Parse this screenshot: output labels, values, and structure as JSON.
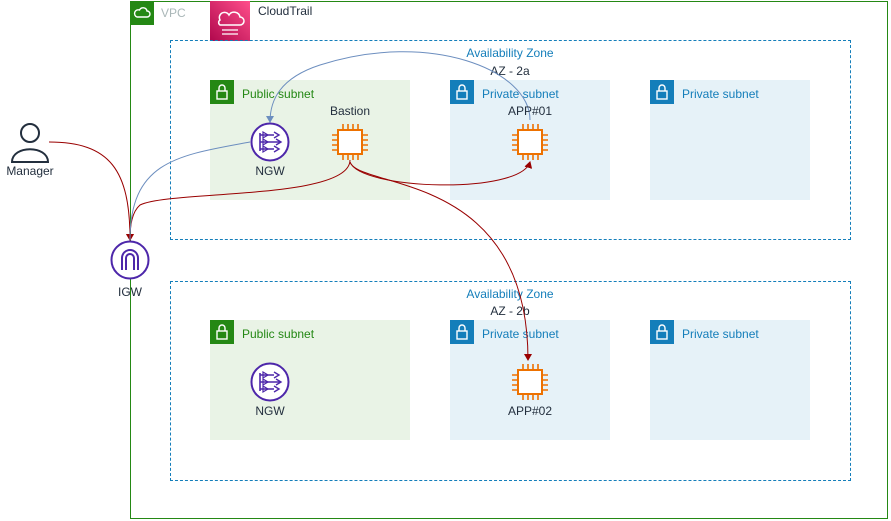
{
  "vpc": {
    "label": "VPC"
  },
  "cloudtrail": {
    "label": "CloudTrail"
  },
  "az1": {
    "title": "Availability Zone",
    "name": "AZ - 2a"
  },
  "az2": {
    "title": "Availability Zone",
    "name": "AZ - 2b"
  },
  "subnets": {
    "az1_public": "Public subnet",
    "az1_private_a": "Private subnet",
    "az1_private_b": "Private subnet",
    "az2_public": "Public subnet",
    "az2_private_a": "Private subnet",
    "az2_private_b": "Private subnet"
  },
  "nodes": {
    "manager": "Manager",
    "igw": "IGW",
    "ngw1": "NGW",
    "ngw2": "NGW",
    "bastion": "Bastion",
    "app1": "APP#01",
    "app2": "APP#02"
  },
  "colors": {
    "vpc": "#248814",
    "az": "#147eba",
    "public_bg": "#e9f3e6",
    "private_bg": "#e6f2f8",
    "igw_ngw": "#4d27aa",
    "ec2": "#ed7100",
    "cloudtrail": "#e7157b",
    "flow_red": "#990000",
    "flow_blue": "#6c8ebf"
  }
}
